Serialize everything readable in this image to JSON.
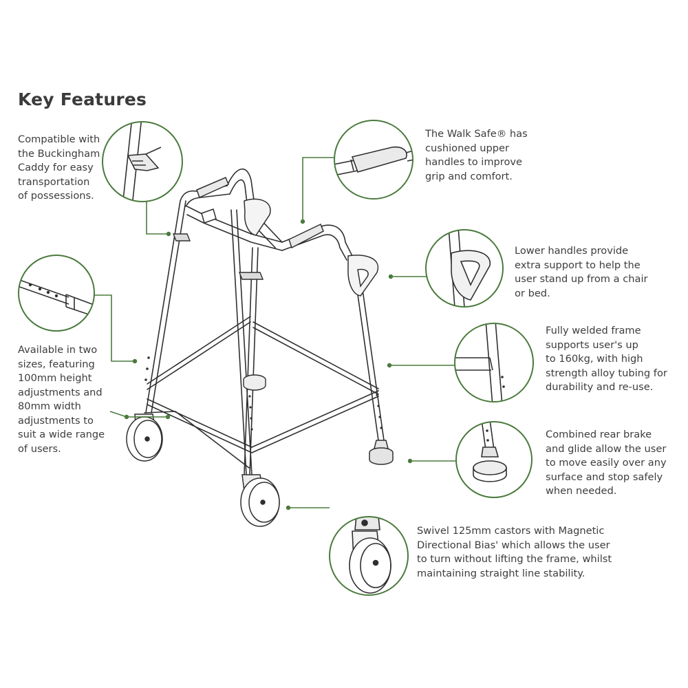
{
  "title": "Key Features",
  "accent_color": "#4a7a3c",
  "line_color": "#2f2f2f",
  "features": [
    {
      "id": "caddy",
      "lines": [
        "Compatible with",
        "the Buckingham",
        "Caddy for easy",
        "transportation",
        "of possessions."
      ]
    },
    {
      "id": "upper-handles",
      "lines": [
        "The Walk Safe® has",
        "cushioned upper",
        "handles to improve",
        "grip and comfort."
      ]
    },
    {
      "id": "lower-handles",
      "lines": [
        "Lower handles provide",
        "extra support to help the",
        "user stand up from a chair",
        "or bed."
      ]
    },
    {
      "id": "sizes",
      "lines": [
        "Available in two",
        "sizes, featuring",
        "100mm height",
        "adjustments and",
        "80mm width",
        "adjustments to",
        "suit a wide range",
        "of users."
      ]
    },
    {
      "id": "frame",
      "lines": [
        "Fully welded frame",
        "supports user's up",
        "to 160kg, with high",
        "strength alloy tubing for",
        "durability and re-use."
      ]
    },
    {
      "id": "brake",
      "lines": [
        "Combined rear brake",
        "and glide allow the user",
        "to move easily over any",
        "surface and stop safely",
        "when needed."
      ]
    },
    {
      "id": "castors",
      "lines": [
        "Swivel 125mm castors with Magnetic",
        "Directional Bias' which allows the user",
        "to turn without lifting the frame, whilst",
        "maintaining straight line stability."
      ]
    }
  ]
}
